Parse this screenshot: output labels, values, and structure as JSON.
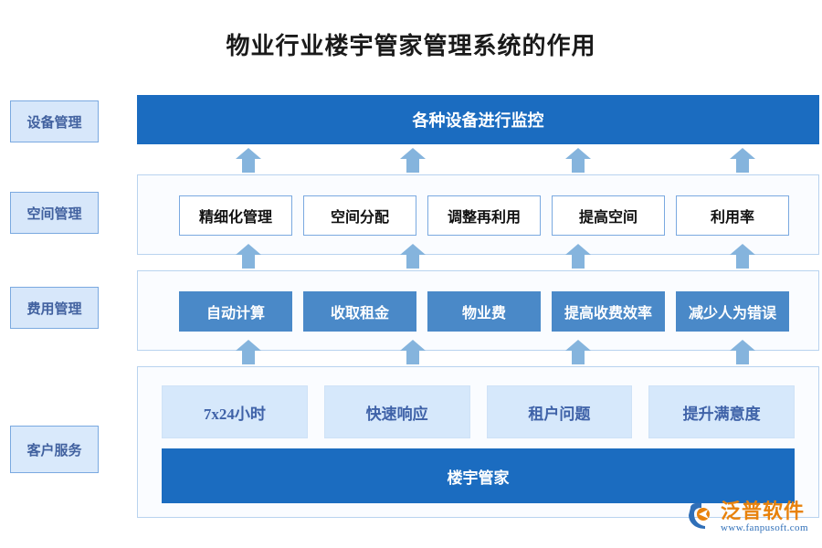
{
  "title": "物业行业楼宇管家管理系统的作用",
  "colors": {
    "dark_blue": "#1b6cc0",
    "mid_blue": "#4a89c8",
    "pale_blue": "#d6e8fb",
    "arrow_blue": "#85b4dd",
    "panel_border": "#b9d3ef",
    "sidebar_fill": "#d7e7fa",
    "sidebar_text": "#41619f",
    "logo_orange": "#e8820c"
  },
  "sidebar": {
    "items": [
      {
        "label": "设备管理"
      },
      {
        "label": "空间管理"
      },
      {
        "label": "费用管理"
      },
      {
        "label": "客户服务"
      }
    ]
  },
  "rows": {
    "equipment": {
      "banner": "各种设备进行监控"
    },
    "space": {
      "cells": [
        {
          "label": "精细化管理"
        },
        {
          "label": "空间分配"
        },
        {
          "label": "调整再利用"
        },
        {
          "label": "提高空间"
        },
        {
          "label": "利用率"
        }
      ]
    },
    "fee": {
      "cells": [
        {
          "label": "自动计算"
        },
        {
          "label": "收取租金"
        },
        {
          "label": "物业费"
        },
        {
          "label": "提高收费效率"
        },
        {
          "label": "减少人为错误"
        }
      ]
    },
    "service": {
      "cells": [
        {
          "label": "7x24小时"
        },
        {
          "label": "快速响应"
        },
        {
          "label": "租户问题"
        },
        {
          "label": "提升满意度"
        }
      ],
      "banner": "楼宇管家"
    }
  },
  "arrows": {
    "count_per_band": 4,
    "direction": "up"
  },
  "logo": {
    "name": "泛普软件",
    "url": "www.fanpusoft.com"
  }
}
